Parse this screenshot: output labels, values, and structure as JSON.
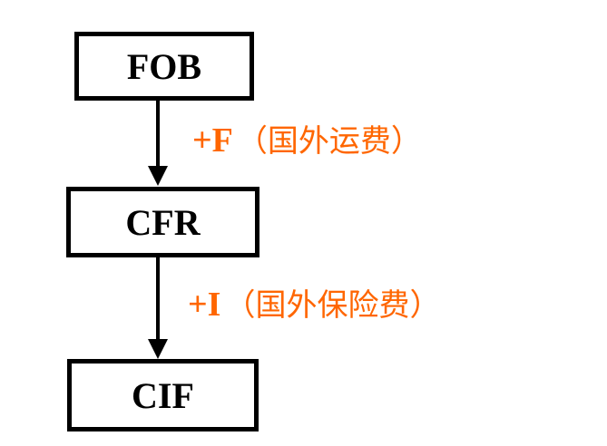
{
  "colors": {
    "box_border": "#000000",
    "box_text": "#000000",
    "label_text": "#ff6600",
    "arrow": "#000000",
    "background": "#ffffff"
  },
  "nodes": [
    {
      "id": "fob",
      "label": "FOB"
    },
    {
      "id": "cfr",
      "label": "CFR"
    },
    {
      "id": "cif",
      "label": "CIF"
    }
  ],
  "edges": [
    {
      "from": "fob",
      "to": "cfr",
      "operator": "+F",
      "description": "（国外运费）"
    },
    {
      "from": "cfr",
      "to": "cif",
      "operator": "+I",
      "description": "（国外保险费）"
    }
  ]
}
